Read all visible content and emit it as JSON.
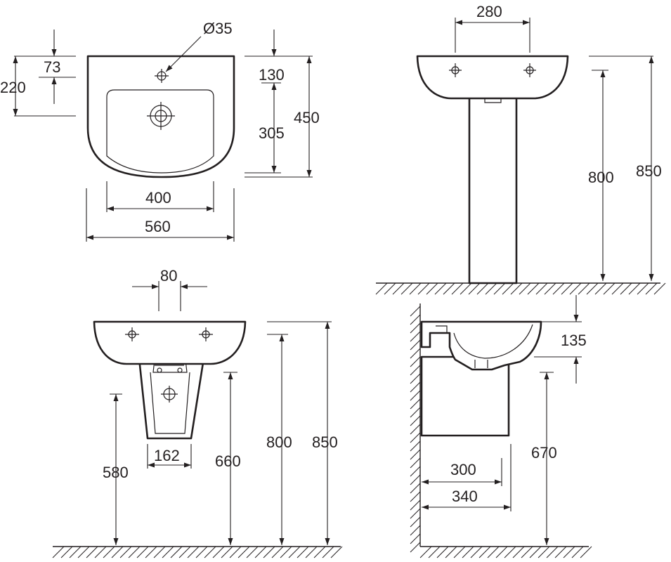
{
  "views": {
    "plan": {
      "hole_diameter": "Ø35",
      "dim_73": "73",
      "dim_220": "220",
      "dim_130": "130",
      "dim_305": "305",
      "dim_450": "450",
      "dim_400": "400",
      "dim_560": "560"
    },
    "pedestal_front": {
      "dim_280": "280",
      "dim_800": "800",
      "dim_850": "850"
    },
    "semi_pedestal_front": {
      "dim_80": "80",
      "dim_162": "162",
      "dim_580": "580",
      "dim_660": "660",
      "dim_800": "800",
      "dim_850": "850"
    },
    "side_section": {
      "dim_135": "135",
      "dim_670": "670",
      "dim_300": "300",
      "dim_340": "340"
    }
  },
  "colors": {
    "line": "#231f20",
    "background": "#ffffff"
  }
}
